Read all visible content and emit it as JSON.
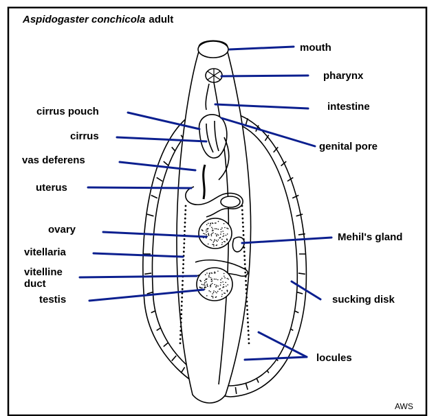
{
  "title": {
    "species": "Aspidogaster conchicola",
    "stage": "adult"
  },
  "labels": {
    "mouth": "mouth",
    "pharynx": "pharynx",
    "intestine": "intestine",
    "genital_pore": "genital pore",
    "cirrus_pouch": "cirrus pouch",
    "cirrus": "cirrus",
    "vas_deferens": "vas deferens",
    "uterus": "uterus",
    "ovary": "ovary",
    "mehlis_gland": "Mehil's gland",
    "vitellaria": "vitellaria",
    "vitelline_duct_1": "vitelline",
    "vitelline_duct_2": "duct",
    "testis": "testis",
    "sucking_disk": "sucking disk",
    "locules": "locules"
  },
  "signature": "AWS",
  "colors": {
    "leader_line": "#0b1f8f",
    "outline": "#000000",
    "frame": "#000000"
  }
}
